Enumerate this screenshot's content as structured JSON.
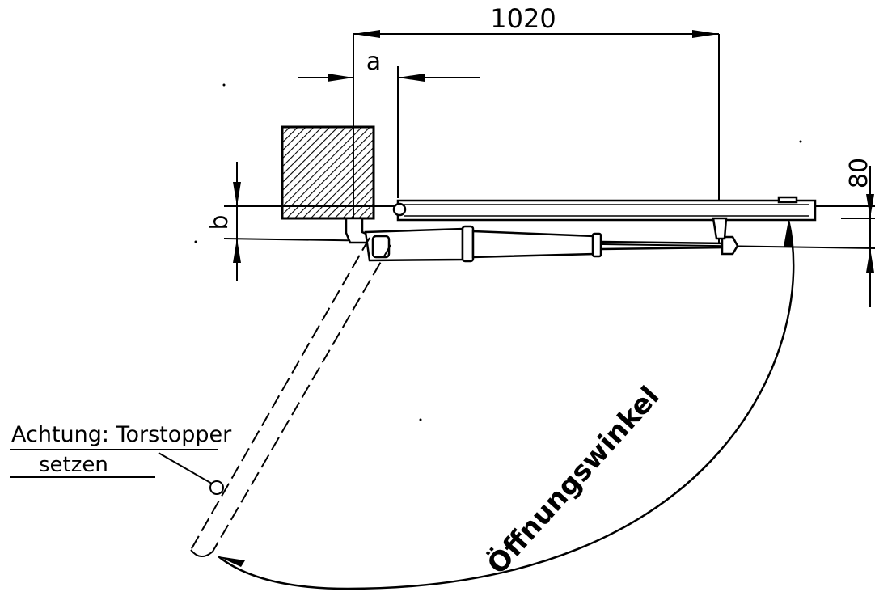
{
  "dimensions": {
    "width_label": "1020",
    "offset_a_label": "a",
    "offset_b_label": "b",
    "height_label": "80"
  },
  "note": {
    "line1": "Achtung: Torstopper",
    "line2": "setzen"
  },
  "arc_label": "Öffnungswinkel",
  "colors": {
    "ink": "#000000",
    "paper": "#ffffff"
  }
}
